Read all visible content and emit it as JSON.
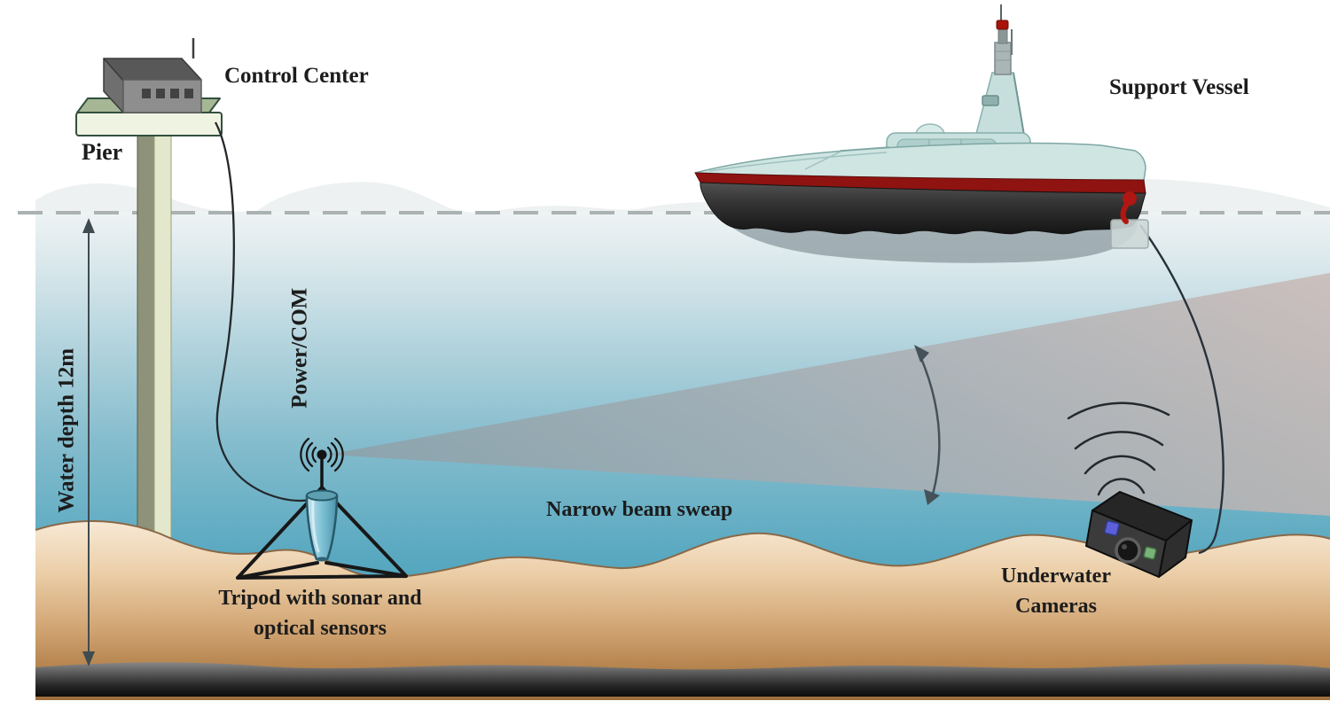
{
  "diagram": {
    "labels": {
      "control_center": "Control Center",
      "pier": "Pier",
      "water_depth": "Water depth 12m",
      "power_com": "Power/COM",
      "tripod_line1": "Tripod with sonar and",
      "tripod_line2": "optical sensors",
      "narrow_beam": "Narrow beam sweap",
      "support_vessel": "Support Vessel",
      "underwater_cameras_line1": "Underwater",
      "underwater_cameras_line2": "Cameras"
    },
    "palette": {
      "water_deep": "#449db6",
      "water_surface": "#eef3f4",
      "sand": "#c99a63",
      "bedrock": "#262626",
      "beam_gray": "#a9aeb5",
      "hull_red": "#8f1310",
      "boat_pale": "#cfe5e2",
      "sensor_teal": "#7fc2d4",
      "pier_green": "#a6b795",
      "label_text": "#1c1c1c"
    }
  }
}
